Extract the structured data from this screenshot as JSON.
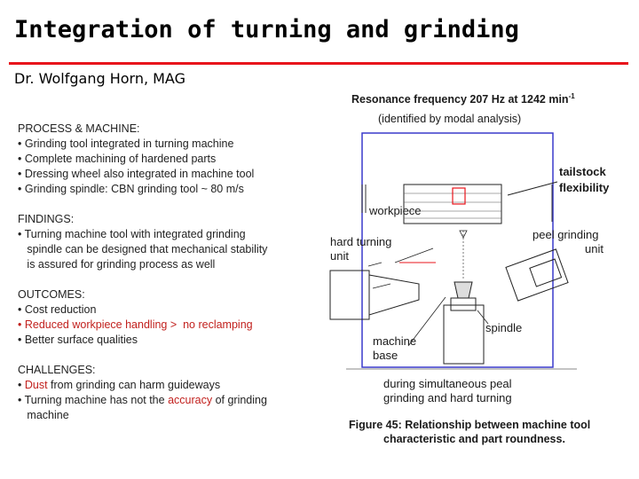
{
  "header": {
    "title": "Integration of turning and grinding",
    "subtitle": "Dr. Wolfgang Horn, MAG"
  },
  "sections": {
    "process": {
      "heading": "PROCESS & MACHINE:",
      "items": [
        "• Grinding tool integrated in turning machine",
        "• Complete machining of hardened parts",
        "• Dressing wheel also integrated in machine tool",
        "• Grinding spindle: CBN grinding tool ~ 80 m/s"
      ]
    },
    "findings": {
      "heading": "FINDINGS:",
      "items": [
        "• Turning machine tool with integrated grinding",
        "   spindle can be designed that mechanical stability",
        "   is assured for grinding process as well"
      ]
    },
    "outcomes": {
      "heading": "OUTCOMES:",
      "item1": "• Cost reduction",
      "item2": "• Reduced workpiece handling >  no reclamping",
      "item3": "• Better surface qualities"
    },
    "challenges": {
      "heading": "CHALLENGES:",
      "item1_prefix": "• ",
      "item1_highlight": "Dust",
      "item1_suffix": " from grinding can harm guideways",
      "item2_prefix": "• Turning machine has not the ",
      "item2_highlight": "accuracy",
      "item2_suffix": " of grinding",
      "item2_cont": "   machine"
    }
  },
  "figure": {
    "top_label": "Resonance frequency 207 Hz at 1242 min",
    "top_label_sup": "-1",
    "top_sub": "(identified by modal analysis)",
    "tailstock": "tailstock",
    "flexibility": "flexibility",
    "workpiece": "workpiece",
    "hard_turning": "hard turning",
    "unit_left": "unit",
    "peel_grinding": "peel grinding",
    "unit_right": "unit",
    "spindle": "spindle",
    "machine": "machine",
    "base": "base",
    "during1": "during simultaneous peal",
    "during2": "grinding and hard turning",
    "caption1": "Figure 45: Relationship between machine tool",
    "caption2": "characteristic and part roundness."
  },
  "colors": {
    "accent": "#e8141b",
    "highlight": "#c2211e",
    "frame": "#3a3acc"
  }
}
